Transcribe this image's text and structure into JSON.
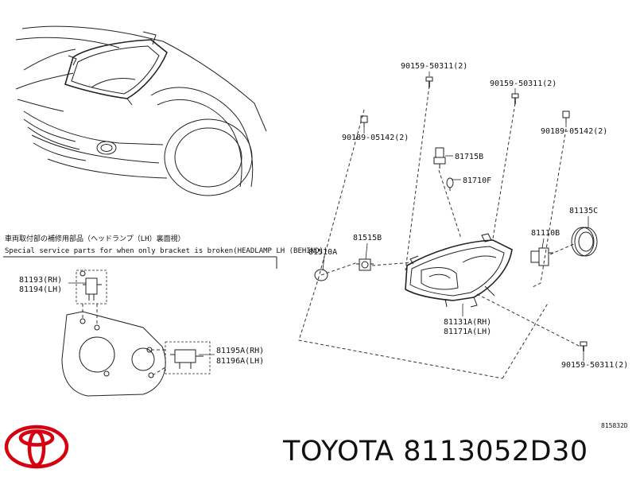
{
  "labels": {
    "p90159_top": "90159-50311(2)",
    "p90159_mid": "90159-50311(2)",
    "p90189_left": "90189-05142(2)",
    "p90189_right": "90189-05142(2)",
    "p81715B": "81715B",
    "p81710F": "81710F",
    "p81135C": "81135C",
    "p81110B": "81110B",
    "p81515B": "81515B",
    "p81510A": "81510A",
    "p81131A": "81131A(RH)",
    "p81171A": "81171A(LH)",
    "p90159_bottom": "90159-50311(2)",
    "p81193": "81193(RH)",
    "p81194": "81194(LH)",
    "p81195A": "81195A(RH)",
    "p81196A": "81196A(LH)"
  },
  "special": {
    "jp": "車両取付部の補修用部品（ヘッドランプ（LH）裏面視）",
    "en": "Special service parts for when only bracket is broken(HEADLAMP LH (BEHIND))"
  },
  "diagram_ref": "815832D",
  "brand": {
    "text": "TOYOTA 8113052D30",
    "logo_color": "#d7000f"
  }
}
